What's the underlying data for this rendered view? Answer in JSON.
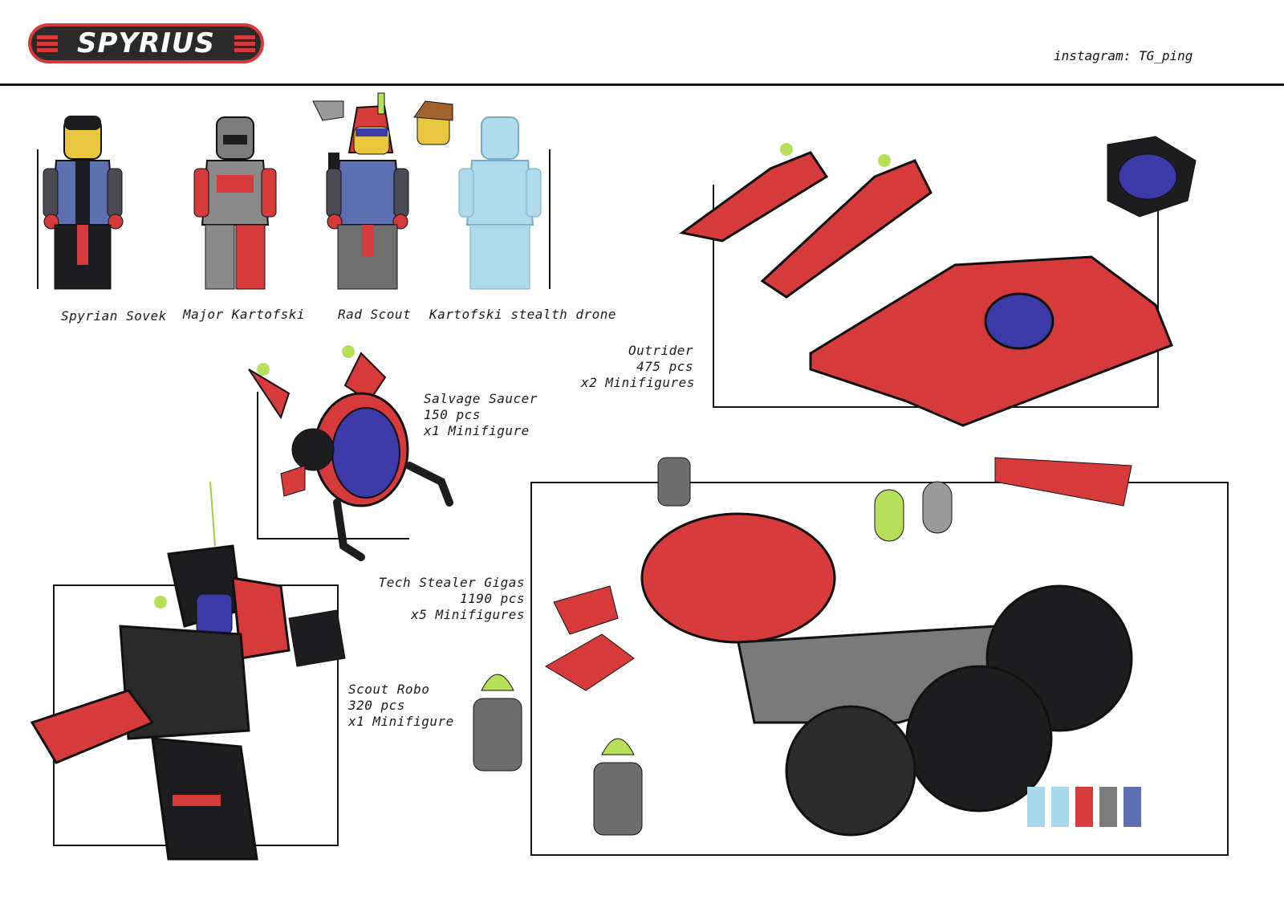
{
  "brand": {
    "logo_text": "SPYRIUS",
    "handle": "instagram: TG_ping"
  },
  "colors": {
    "red": "#d73a3a",
    "black": "#1d1d1f",
    "grey": "#8a8a8a",
    "lime": "#b7e05a",
    "blue": "#3c3aa8",
    "ice": "#a8d8ec"
  },
  "minifigures": {
    "items": [
      {
        "name": "Spyrian Sovek"
      },
      {
        "name": "Major Kartofski"
      },
      {
        "name": "Rad Scout"
      },
      {
        "name": "Kartofski stealth drone"
      }
    ]
  },
  "sets": {
    "salvage_saucer": {
      "name": "Salvage Saucer",
      "pieces": "150 pcs",
      "figures": "x1 Minifigure"
    },
    "outrider": {
      "name": "Outrider",
      "pieces": "475 pcs",
      "figures": "x2 Minifigures"
    },
    "tech_stealer": {
      "name": "Tech Stealer Gigas",
      "pieces": "1190 pcs",
      "figures": "x5 Minifigures"
    },
    "scout_robo": {
      "name": "Scout Robo",
      "pieces": "320 pcs",
      "figures": "x1 Minifigure"
    }
  }
}
